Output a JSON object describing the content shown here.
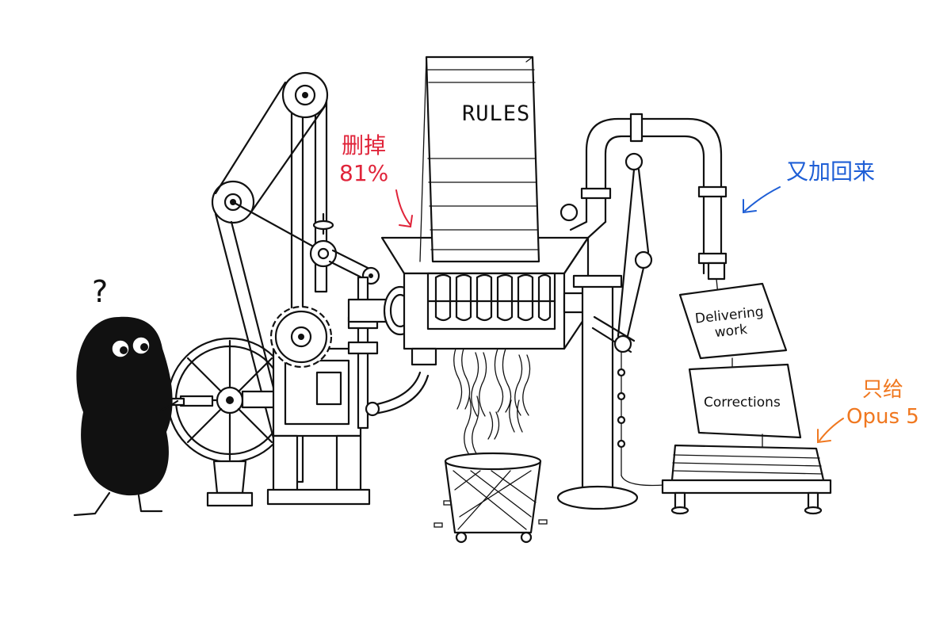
{
  "colors": {
    "ink": "#111111",
    "paper": "#ffffff",
    "note_delete": "#e0243a",
    "note_added_back": "#1f5fd6",
    "note_opus": "#f07820"
  },
  "labels": {
    "rules": "RULES",
    "delivering": "Delivering\nwork",
    "corrections": "Corrections"
  },
  "notes": {
    "deleted": "删掉\n81%",
    "added_back": "又加回来",
    "opus_only": "只给\nOpus 5"
  },
  "character": {
    "thought": "?"
  },
  "icons": {
    "character": "blob-character-icon",
    "hand_crank": "crank-wheel-icon",
    "shredder": "shredder-icon",
    "waste_basket": "waste-basket-icon",
    "output_pipe": "pipe-icon",
    "paper_stack": "paper-stack-icon"
  }
}
